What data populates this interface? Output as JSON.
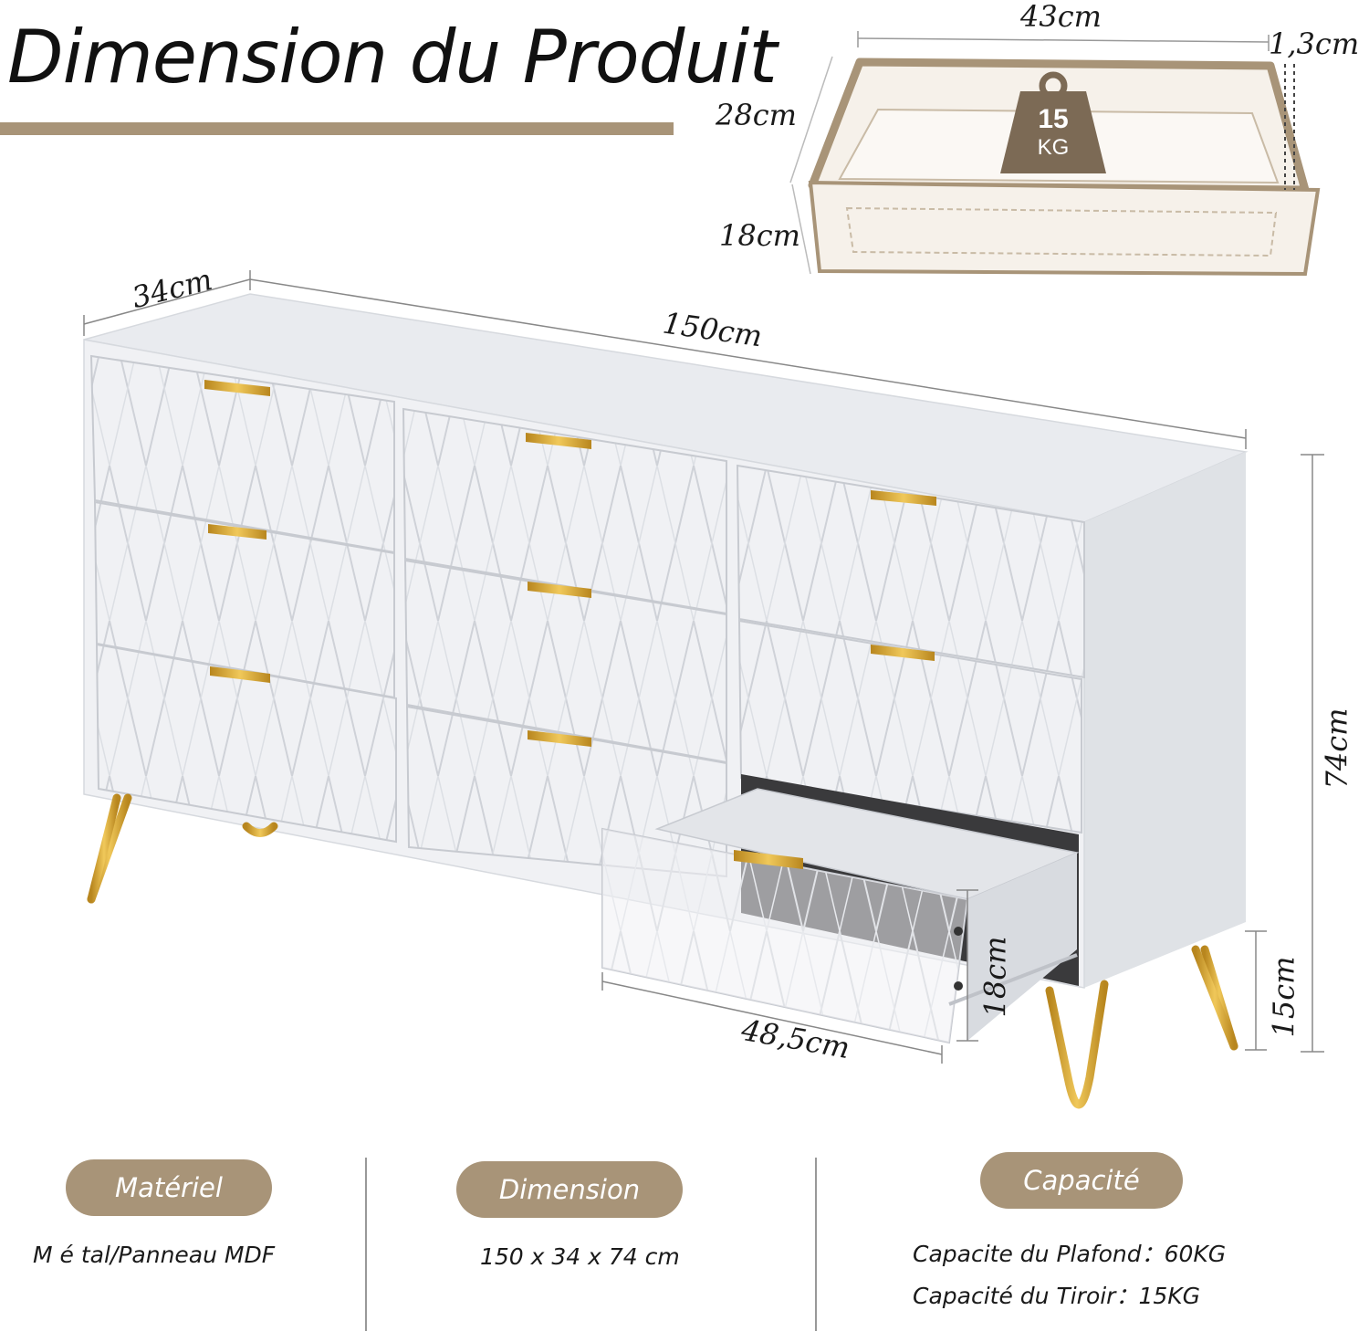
{
  "header": {
    "title": "Dimension du Produit"
  },
  "drawer_detail": {
    "width": "43cm",
    "wall_thickness": "1,3cm",
    "depth": "28cm",
    "height": "18cm",
    "weight_value": "15",
    "weight_unit": "KG"
  },
  "dresser": {
    "depth": "34cm",
    "width": "150cm",
    "height": "74cm",
    "leg_height": "15cm",
    "drawer_depth": "48,5cm",
    "drawer_height": "18cm"
  },
  "specs": {
    "material": {
      "label": "Matériel",
      "value": "M é tal/Panneau MDF"
    },
    "dimension": {
      "label": "Dimension",
      "value": "150 x 34 x 74 cm"
    },
    "capacity": {
      "label": "Capacité",
      "lines": [
        "Capacite du Plafond：60KG",
        "Capacité du Tiroir：15KG"
      ]
    }
  },
  "colors": {
    "accent": "#a89478",
    "gold": "#d4a52e",
    "cabinet": "#f0f1f4",
    "drawer_interior": "#f6f1ea"
  }
}
